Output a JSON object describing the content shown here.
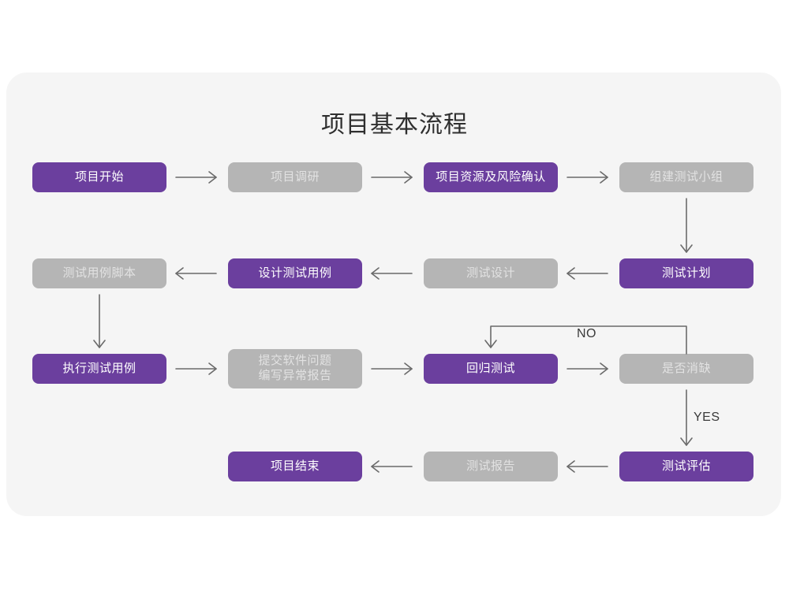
{
  "card": {
    "background": "#f5f5f5",
    "page_background": "#ffffff"
  },
  "title": "项目基本流程",
  "colors": {
    "purple": "#6b3f9e",
    "purple_text": "#ffffff",
    "grey": "#b5b5b5",
    "grey_text": "#e2e2e2",
    "connector": "#6a6a6a",
    "label_text": "#3a3a3a"
  },
  "nodes": [
    {
      "id": "project-start",
      "label": "项目开始",
      "style": "purple",
      "row": 1,
      "col": 1
    },
    {
      "id": "project-research",
      "label": "项目调研",
      "style": "grey",
      "row": 1,
      "col": 2
    },
    {
      "id": "resource-risk",
      "label": "项目资源及风险确认",
      "style": "purple",
      "row": 1,
      "col": 3
    },
    {
      "id": "build-test-team",
      "label": "组建测试小组",
      "style": "grey",
      "row": 1,
      "col": 4
    },
    {
      "id": "test-case-script",
      "label": "测试用例脚本",
      "style": "grey",
      "row": 2,
      "col": 1
    },
    {
      "id": "design-test-case",
      "label": "设计测试用例",
      "style": "purple",
      "row": 2,
      "col": 2
    },
    {
      "id": "test-design",
      "label": "测试设计",
      "style": "grey",
      "row": 2,
      "col": 3
    },
    {
      "id": "test-plan",
      "label": "测试计划",
      "style": "purple",
      "row": 2,
      "col": 4
    },
    {
      "id": "execute-test-case",
      "label": "执行测试用例",
      "style": "purple",
      "row": 3,
      "col": 1
    },
    {
      "id": "submit-defect",
      "label": "提交软件问题\n编写异常报告",
      "style": "grey",
      "row": 3,
      "col": 2
    },
    {
      "id": "regression-test",
      "label": "回归测试",
      "style": "purple",
      "row": 3,
      "col": 3
    },
    {
      "id": "defect-resolved",
      "label": "是否消缺",
      "style": "grey",
      "row": 3,
      "col": 4
    },
    {
      "id": "project-end",
      "label": "项目结束",
      "style": "purple",
      "row": 4,
      "col": 2
    },
    {
      "id": "test-report",
      "label": "测试报告",
      "style": "grey",
      "row": 4,
      "col": 3
    },
    {
      "id": "test-evaluation",
      "label": "测试评估",
      "style": "purple",
      "row": 4,
      "col": 4
    }
  ],
  "edge_labels": {
    "no": "NO",
    "yes": "YES"
  },
  "connectors": [
    {
      "id": "start-to-research",
      "from": "project-start",
      "to": "project-research",
      "direction": "right"
    },
    {
      "id": "research-to-resource",
      "from": "project-research",
      "to": "resource-risk",
      "direction": "right"
    },
    {
      "id": "resource-to-team",
      "from": "resource-risk",
      "to": "build-test-team",
      "direction": "right"
    },
    {
      "id": "team-to-plan",
      "from": "build-test-team",
      "to": "test-plan",
      "direction": "down"
    },
    {
      "id": "plan-to-design",
      "from": "test-plan",
      "to": "test-design",
      "direction": "left"
    },
    {
      "id": "design-to-case",
      "from": "test-design",
      "to": "design-test-case",
      "direction": "left"
    },
    {
      "id": "case-to-script",
      "from": "design-test-case",
      "to": "test-case-script",
      "direction": "left"
    },
    {
      "id": "script-to-execute",
      "from": "test-case-script",
      "to": "execute-test-case",
      "direction": "down"
    },
    {
      "id": "execute-to-submit",
      "from": "execute-test-case",
      "to": "submit-defect",
      "direction": "right"
    },
    {
      "id": "submit-to-regression",
      "from": "submit-defect",
      "to": "regression-test",
      "direction": "right"
    },
    {
      "id": "regression-to-defect",
      "from": "regression-test",
      "to": "defect-resolved",
      "direction": "right"
    },
    {
      "id": "defect-no-to-regression",
      "from": "defect-resolved",
      "to": "regression-test",
      "direction": "loop-up-left",
      "label": "NO"
    },
    {
      "id": "defect-yes-to-evaluation",
      "from": "defect-resolved",
      "to": "test-evaluation",
      "direction": "down",
      "label": "YES"
    },
    {
      "id": "evaluation-to-report",
      "from": "test-evaluation",
      "to": "test-report",
      "direction": "left"
    },
    {
      "id": "report-to-end",
      "from": "test-report",
      "to": "project-end",
      "direction": "left"
    }
  ]
}
